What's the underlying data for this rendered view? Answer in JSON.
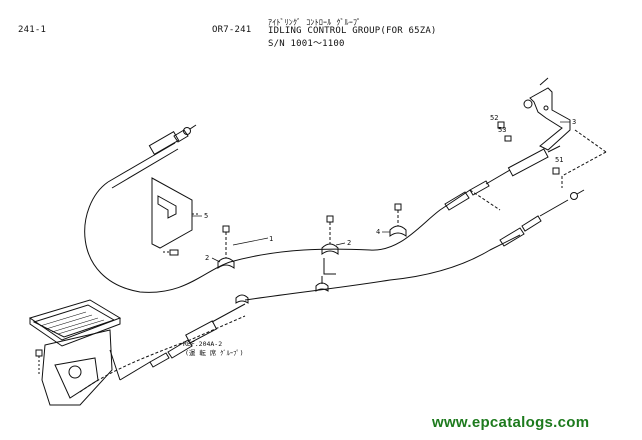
{
  "header": {
    "page_number": "241-1",
    "group_code": "OR7-241",
    "title_kana": "ｱｲﾄﾞﾘﾝｸﾞ ｺﾝﾄﾛｰﾙ ｸﾞﾙｰﾌﾟ",
    "title": "IDLING CONTROL GROUP(FOR 65ZA)",
    "serial_range": "S/N 1001～1100"
  },
  "callouts": {
    "c1": "1",
    "c2a": "2",
    "c2b": "2",
    "c3": "3",
    "c4": "4",
    "c5": "5",
    "c51": "51",
    "c52": "52",
    "c53": "53"
  },
  "reference": {
    "ref_code": "REF.204A-2",
    "ref_note": "(運 転 席 ｸﾞﾙｰﾌﾟ)"
  },
  "watermark": "www.epcatalogs.com"
}
